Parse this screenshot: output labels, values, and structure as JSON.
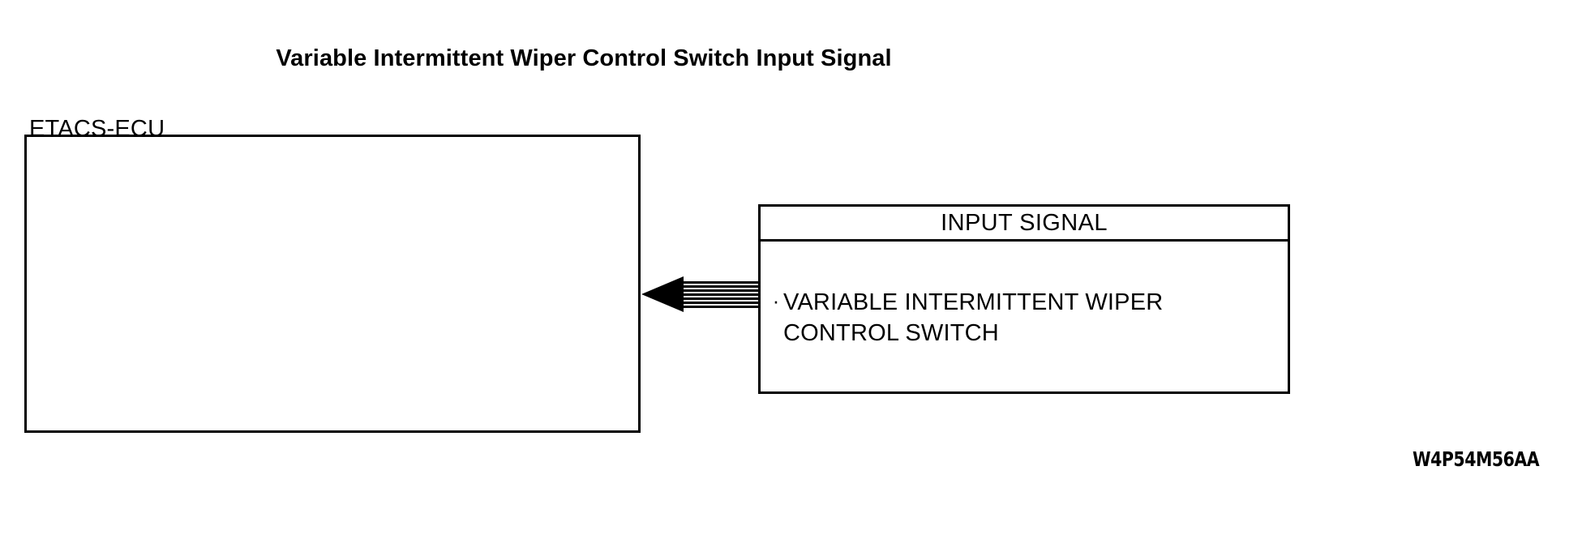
{
  "title": "Variable Intermittent Wiper Control Switch Input Signal",
  "ecu": {
    "caption": "ETACS-ECU"
  },
  "signal_box": {
    "header": "INPUT SIGNAL",
    "bullet": "·",
    "item_line1": "VARIABLE INTERMITTENT WIPER",
    "item_line2": "CONTROL SWITCH"
  },
  "arrow": {
    "direction": "left",
    "style": "striped-shaft-solid-head",
    "stripe_count": 8
  },
  "part_number": "W4P54M56AA",
  "colors": {
    "stroke": "#000000",
    "fill": "#ffffff",
    "text": "#000000"
  }
}
